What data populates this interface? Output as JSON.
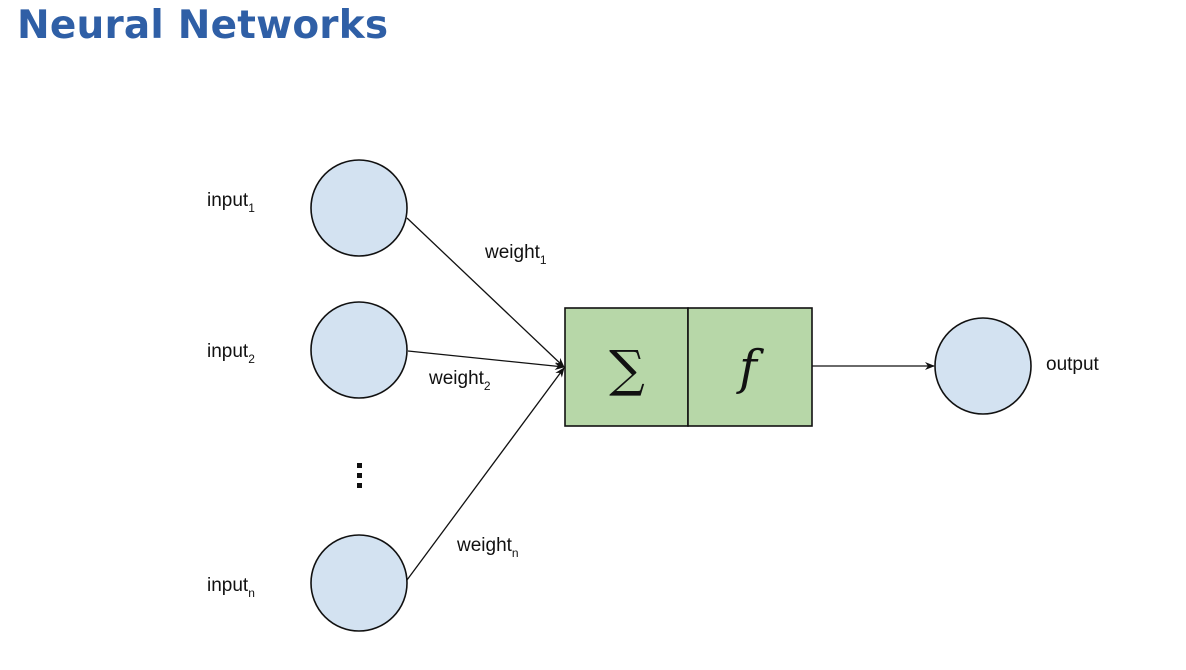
{
  "title": "Neural Networks",
  "diagram": {
    "inputs": [
      {
        "label": "input",
        "subscript": "1",
        "weight_label": "weight",
        "weight_subscript": "1"
      },
      {
        "label": "input",
        "subscript": "2",
        "weight_label": "weight",
        "weight_subscript": "2"
      },
      {
        "label": "input",
        "subscript": "n",
        "weight_label": "weight",
        "weight_subscript": "n"
      }
    ],
    "ellipsis_icon": "vertical-ellipsis",
    "summation_symbol": "∑",
    "activation_symbol": "f",
    "output_label": "output",
    "colors": {
      "title": "#2f5fa6",
      "node_fill": "#d3e2f1",
      "box_fill": "#b7d7a8",
      "stroke": "#111111"
    }
  }
}
